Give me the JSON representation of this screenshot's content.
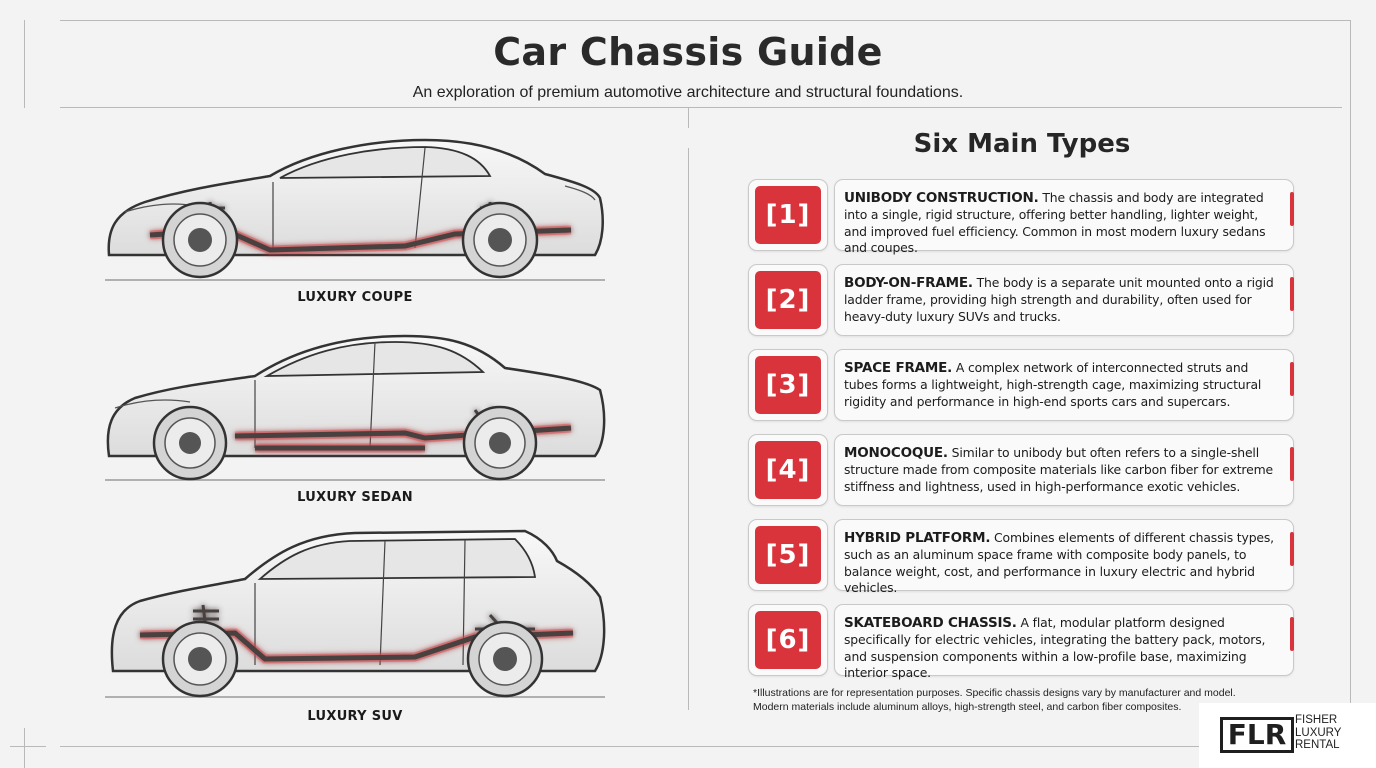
{
  "header": {
    "title": "Car Chassis Guide",
    "subtitle": "An exploration of premium automotive architecture and structural foundations."
  },
  "cars": [
    {
      "label": "LUXURY COUPE"
    },
    {
      "label": "LUXURY SEDAN"
    },
    {
      "label": "LUXURY SUV"
    }
  ],
  "types_section": {
    "title": "Six Main Types",
    "items": [
      {
        "number": "[1]",
        "name": "UNIBODY CONSTRUCTION.",
        "description": "The chassis and body are integrated into a single, rigid structure, offering better handling, lighter weight, and improved fuel efficiency. Common in most modern luxury sedans and coupes."
      },
      {
        "number": "[2]",
        "name": "BODY-ON-FRAME.",
        "description": "The body is a separate unit mounted onto a rigid ladder frame, providing high strength and durability, often used for heavy-duty luxury SUVs and trucks."
      },
      {
        "number": "[3]",
        "name": "SPACE FRAME.",
        "description": "A complex network of interconnected struts and tubes forms a lightweight, high-strength cage, maximizing structural rigidity and performance in high-end sports cars and supercars."
      },
      {
        "number": "[4]",
        "name": "MONOCOQUE.",
        "description": "Similar to unibody but often refers to a single-shell structure made from composite materials like carbon fiber for extreme stiffness and lightness, used in high-performance exotic vehicles."
      },
      {
        "number": "[5]",
        "name": "HYBRID PLATFORM.",
        "description": "Combines elements of different chassis types, such as an aluminum space frame with composite body panels, to balance weight, cost, and performance in luxury electric and hybrid vehicles."
      },
      {
        "number": "[6]",
        "name": "SKATEBOARD CHASSIS.",
        "description": "A flat, modular platform designed specifically for electric vehicles, integrating the battery pack, motors, and suspension components within a low-profile base, maximizing interior space."
      }
    ]
  },
  "footnote": {
    "line1": "*Illustrations are for representation purposes. Specific chassis designs vary by manufacturer and model.",
    "line2": "Modern materials include aluminum alloys, high-strength steel, and carbon fiber composites."
  },
  "logo": {
    "mark": "FLR",
    "line1": "FISHER",
    "line2": "LUXURY",
    "line3": "RENTAL"
  },
  "colors": {
    "accent": "#d9343b",
    "chassis_glow": "#e2464b",
    "background": "#f3f3f3"
  }
}
